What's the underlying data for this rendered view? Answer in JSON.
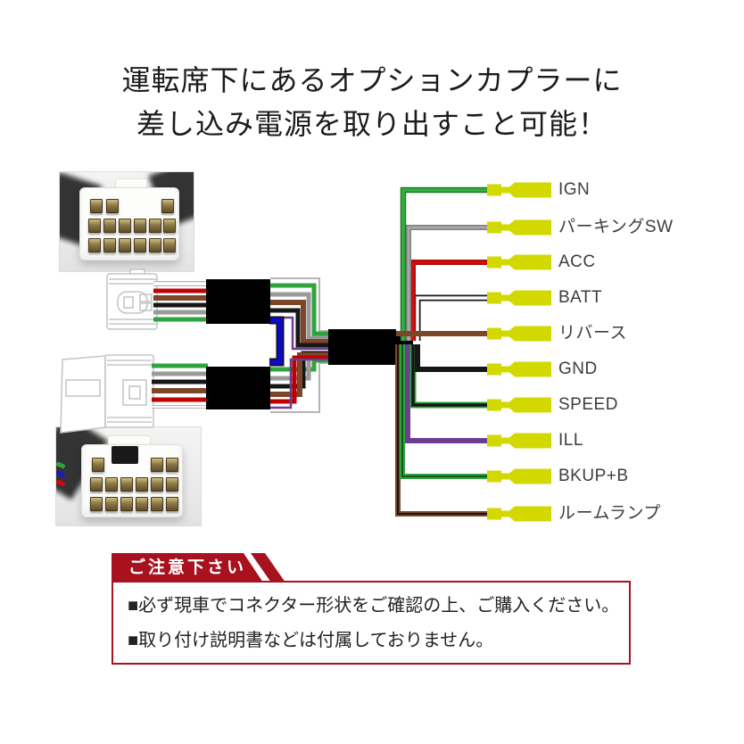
{
  "title": {
    "line1": "運転席下にあるオプションカプラーに",
    "line2": "差し込み電源を取り出すこと可能！"
  },
  "diagram": {
    "terminals": [
      {
        "label": "IGN",
        "wire_color": "green"
      },
      {
        "label": "パーキングSW",
        "wire_color": "gray"
      },
      {
        "label": "ACC",
        "wire_color": "red"
      },
      {
        "label": "BATT",
        "wire_color": "white-black-stripe"
      },
      {
        "label": "リバース",
        "wire_color": "brown"
      },
      {
        "label": "GND",
        "wire_color": "black"
      },
      {
        "label": "SPEED",
        "wire_color": "black-green-edge"
      },
      {
        "label": "ILL",
        "wire_color": "purple"
      },
      {
        "label": "BKUP+B",
        "wire_color": "green-black-stripe"
      },
      {
        "label": "ルームランプ",
        "wire_color": "brown-black-stripe"
      }
    ],
    "colors": {
      "terminal_yellow": "#d2d800",
      "green": "#2fa43c",
      "gray": "#9a9a9a",
      "red": "#d60d0d",
      "brown": "#7b4728",
      "black": "#161616",
      "purple": "#6b3e92",
      "blue": "#0b0bd0",
      "white_wire": "#ffffff",
      "relay_box": "#000000",
      "lineart_stroke": "#c6c6c6"
    }
  },
  "notice": {
    "ribbon_label": "ご注意下さい",
    "ribbon_color": "#a8121f",
    "items": [
      "■必ず現車でコネクター形状をご確認の上、ご購入ください。",
      "■取り付け説明書などは付属しておりません。"
    ]
  }
}
